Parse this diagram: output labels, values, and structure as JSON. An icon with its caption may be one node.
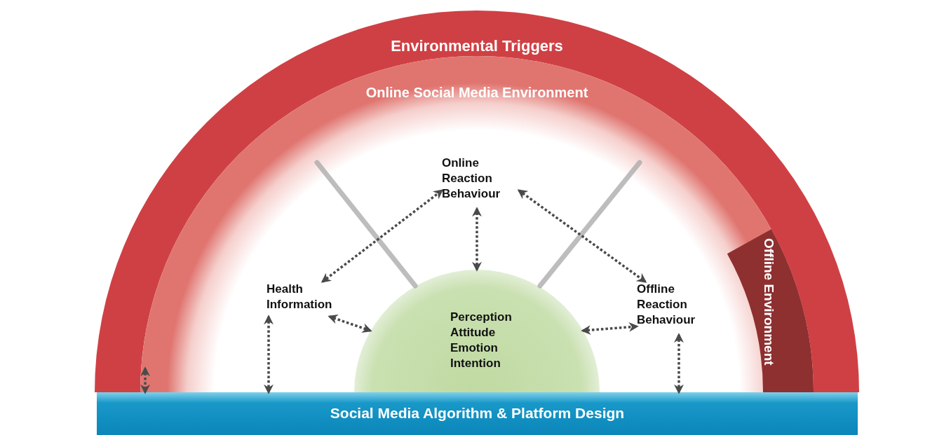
{
  "diagram": {
    "nodes": [
      {
        "text": [
          "Environmental Triggers"
        ]
      },
      {
        "text": [
          "Online Social Media Environment"
        ],
        "in": 0
      },
      {
        "text": [
          "Offline Environment"
        ],
        "in": 1
      },
      {
        "text": [
          "Online Reaction Behaviour"
        ],
        "in": 1
      },
      {
        "text": [
          "Health Information"
        ],
        "in": 1
      },
      {
        "text": [
          "Offline Reaction Behaviour"
        ],
        "in": 1
      },
      {
        "text": [
          "Perception Attitude Emotion Intention"
        ],
        "in": 1
      },
      {
        "text": [
          "Social Media Algorithm & Platform Design"
        ]
      }
    ],
    "edges": [
      {
        "from": 6,
        "to": 3,
        "arrow": "both",
        "style": "dashed"
      },
      {
        "from": 6,
        "to": 4,
        "arrow": "both",
        "style": "dashed"
      },
      {
        "from": 6,
        "to": 5,
        "arrow": "both",
        "style": "dashed"
      },
      {
        "from": 4,
        "to": 3,
        "arrow": "both",
        "style": "dashed"
      },
      {
        "from": 3,
        "to": 5,
        "arrow": "both",
        "style": "dashed"
      },
      {
        "from": 1,
        "to": 7,
        "arrow": "both",
        "style": "dashed"
      },
      {
        "from": 4,
        "to": 7,
        "arrow": "both",
        "style": "dashed"
      },
      {
        "from": 5,
        "to": 7,
        "arrow": "both",
        "style": "dashed"
      }
    ]
  }
}
